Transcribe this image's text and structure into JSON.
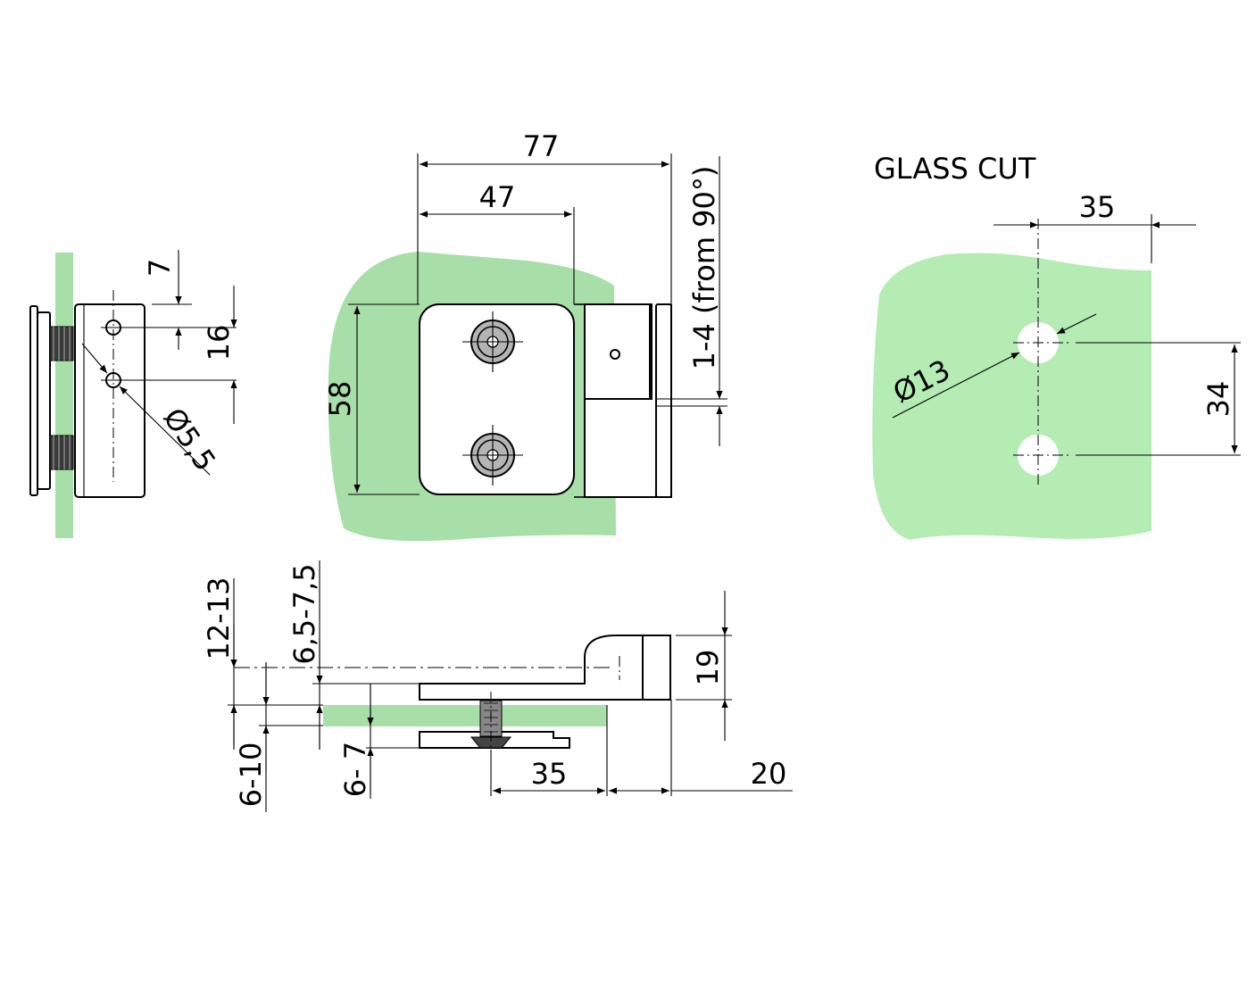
{
  "colors": {
    "glass_front": "#a8dfa8",
    "glass_cut": "#b4ecb4",
    "line": "#000000",
    "screw": "#b4b4b4"
  },
  "dims": {
    "side_7": "7",
    "side_16": "16",
    "side_hole": "Ø5,5",
    "front_77": "77",
    "front_47": "47",
    "front_58": "58",
    "front_adj": "1-4  (from 90°)",
    "cut_title": "GLASS CUT",
    "cut_35": "35",
    "cut_hole": "Ø13",
    "cut_34": "34",
    "plan_12_13": "12-13",
    "plan_6_5_7_5": "6,5-7,5",
    "plan_6_10": "6-10",
    "plan_6_7": "6- 7",
    "plan_19": "19",
    "plan_35": "35",
    "plan_20": "20"
  }
}
